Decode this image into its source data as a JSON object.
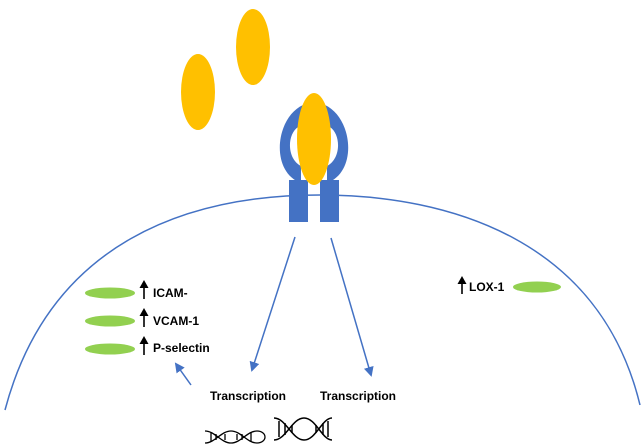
{
  "colors": {
    "ligand": "#FFC000",
    "receptor": "#4472C4",
    "membrane": "#4472C4",
    "arrow": "#4472C4",
    "adhesion_molecule": "#92D050",
    "up_arrow": "#000000",
    "dna": "#000000"
  },
  "icons": {
    "up_arrow": "up-arrow-icon",
    "dna": "dna-double-helix-icon"
  },
  "labels": {
    "icam": "ICAM-",
    "vcam": "VCAM-1",
    "pselectin": "P-selectin",
    "lox": "LOX-1",
    "transcription_left": "Transcription",
    "transcription_right": "Transcription"
  }
}
